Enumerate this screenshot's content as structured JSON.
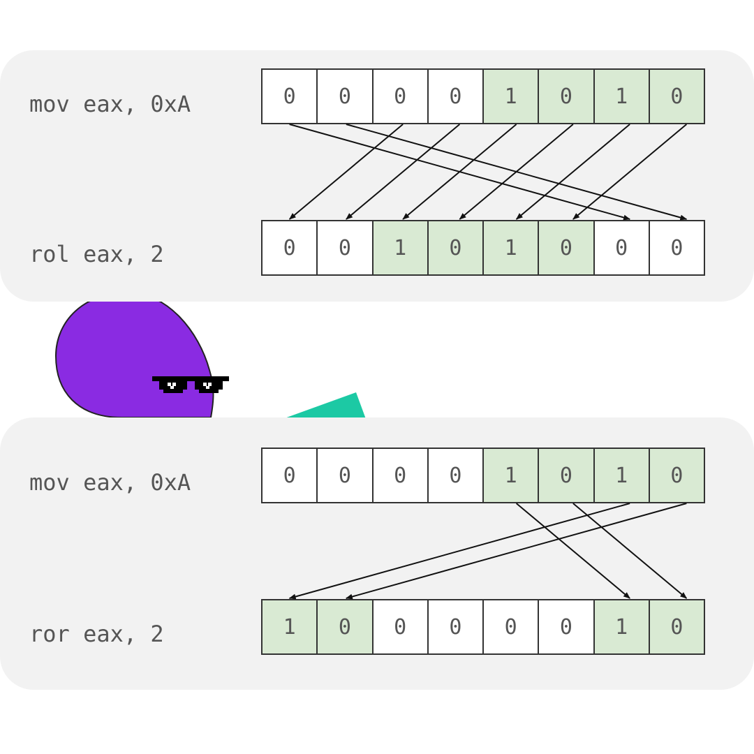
{
  "diagrams": [
    {
      "id": "rol",
      "source_instruction": "mov eax, 0xA",
      "result_instruction": "rol eax, 2",
      "source_bits": [
        "0",
        "0",
        "0",
        "0",
        "1",
        "0",
        "1",
        "0"
      ],
      "result_bits": [
        "0",
        "0",
        "1",
        "0",
        "1",
        "0",
        "0",
        "0"
      ],
      "highlight_color": "#d9ead3",
      "mapping": [
        [
          0,
          6
        ],
        [
          1,
          7
        ],
        [
          2,
          0
        ],
        [
          3,
          1
        ],
        [
          4,
          2
        ],
        [
          5,
          3
        ],
        [
          6,
          4
        ],
        [
          7,
          5
        ]
      ]
    },
    {
      "id": "ror",
      "source_instruction": "mov eax, 0xA",
      "result_instruction": "ror eax, 2",
      "source_bits": [
        "0",
        "0",
        "0",
        "0",
        "1",
        "0",
        "1",
        "0"
      ],
      "result_bits": [
        "1",
        "0",
        "0",
        "0",
        "0",
        "0",
        "1",
        "0"
      ],
      "highlight_color": "#d9ead3",
      "mapping": [
        [
          4,
          6
        ],
        [
          5,
          7
        ],
        [
          6,
          0
        ],
        [
          7,
          1
        ]
      ]
    }
  ],
  "mascot": {
    "icon": "purple-blob-with-pixel-sunglasses-icon",
    "body_color": "#8a2be2",
    "accent_color": "#1cc9a4"
  }
}
